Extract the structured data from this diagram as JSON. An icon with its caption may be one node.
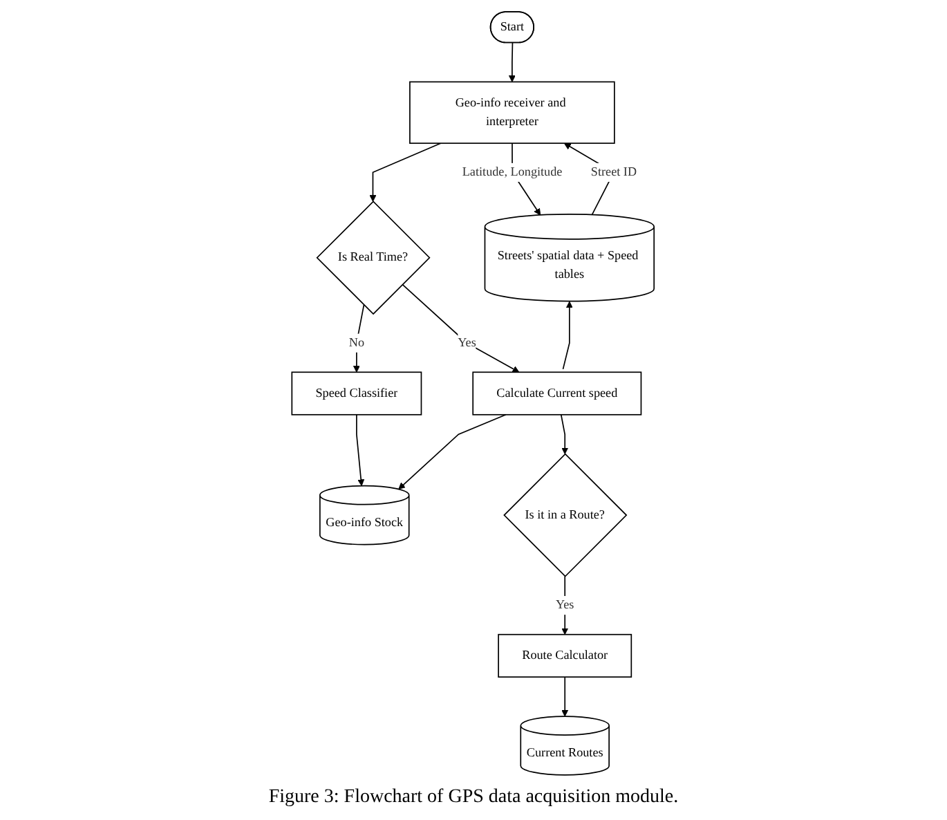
{
  "diagram": {
    "caption": "Figure 3: Flowchart of GPS data acquisition module.",
    "nodes": [
      {
        "text": [
          "Start"
        ]
      },
      {
        "text": [
          "Geo-info receiver and interpreter"
        ]
      },
      {
        "text": [
          "Streets' spatial data + Speed tables"
        ]
      },
      {
        "text": [
          "Is Real Time?"
        ]
      },
      {
        "text": [
          "Calculate Current speed"
        ]
      },
      {
        "text": [
          "Speed Classifier"
        ]
      },
      {
        "text": [
          "Geo-info Stock"
        ]
      },
      {
        "text": [
          "Is it in a Route?"
        ]
      },
      {
        "text": [
          "Current Routes"
        ]
      },
      {
        "text": [
          "Route Calculator"
        ]
      }
    ],
    "edges": [
      {
        "from": 0,
        "to": 1,
        "arrow": "to"
      },
      {
        "from": 1,
        "to": 2,
        "label": "Latitude, Longitude",
        "arrow": "to"
      },
      {
        "from": 2,
        "to": 1,
        "label": "Street ID",
        "arrow": "to"
      },
      {
        "from": 1,
        "to": 3,
        "arrow": "to"
      },
      {
        "from": 3,
        "to": 4,
        "label": "Yes",
        "arrow": "to"
      },
      {
        "from": 3,
        "to": 5,
        "label": "No",
        "arrow": "to"
      },
      {
        "from": 5,
        "to": 6,
        "arrow": "to"
      },
      {
        "from": 4,
        "to": 6,
        "arrow": "to"
      },
      {
        "from": 4,
        "to": 2,
        "arrow": "to"
      },
      {
        "from": 4,
        "to": 7,
        "arrow": "to"
      },
      {
        "from": 7,
        "to": 9,
        "label": "Yes",
        "arrow": "to"
      },
      {
        "from": 9,
        "to": 8,
        "arrow": "to"
      }
    ]
  }
}
